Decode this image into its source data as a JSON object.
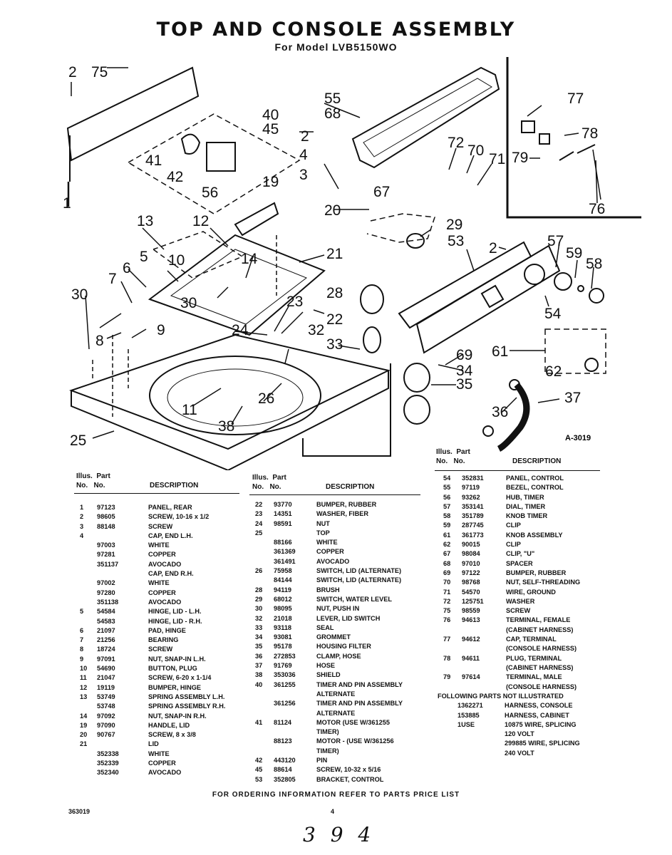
{
  "header": {
    "title": "TOP AND CONSOLE ASSEMBLY",
    "subtitle": "For Model LVB5150WO"
  },
  "diagram": {
    "drawing_ref": "A-3019",
    "callouts": {
      "c2a": "2",
      "c75": "75",
      "c1": "1",
      "c40": "40",
      "c45": "45",
      "c41": "41",
      "c42": "42",
      "c56": "56",
      "c19": "19",
      "c55": "55",
      "c68": "68",
      "c2b": "2",
      "c4": "4",
      "c3": "3",
      "c67": "67",
      "c20": "20",
      "c77": "77",
      "c78": "78",
      "c79": "79",
      "c76": "76",
      "c72": "72",
      "c70": "70",
      "c71": "71",
      "c29": "29",
      "c53": "53",
      "c2c": "2",
      "c57": "57",
      "c59": "59",
      "c58": "58",
      "c54": "54",
      "c13": "13",
      "c12": "12",
      "c21": "21",
      "c10": "10",
      "c5": "5",
      "c6": "6",
      "c14": "14",
      "c7": "7",
      "c30a": "30",
      "c30b": "30",
      "c23": "23",
      "c28": "28",
      "c22": "22",
      "c8": "8",
      "c9": "9",
      "c24": "24",
      "c32": "32",
      "c33": "33",
      "c69": "69",
      "c61": "61",
      "c34": "34",
      "c62": "62",
      "c35": "35",
      "c37": "37",
      "c26": "26",
      "c36": "36",
      "c11": "11",
      "c38": "38",
      "c25": "25"
    }
  },
  "table_headers": {
    "illus": "Illus.",
    "part": "Part",
    "no1": "No.",
    "no2": "No.",
    "description": "DESCRIPTION"
  },
  "table1": [
    [
      "1",
      "97123",
      "PANEL, REAR"
    ],
    [
      "2",
      "98605",
      "SCREW, 10-16 x 1/2"
    ],
    [
      "3",
      "88148",
      "SCREW"
    ],
    [
      "4",
      "",
      "CAP, END L.H."
    ],
    [
      "",
      "97003",
      "WHITE"
    ],
    [
      "",
      "97281",
      "COPPER"
    ],
    [
      "",
      "351137",
      "AVOCADO"
    ],
    [
      "",
      "",
      "CAP, END R.H."
    ],
    [
      "",
      "97002",
      "WHITE"
    ],
    [
      "",
      "97280",
      "COPPER"
    ],
    [
      "",
      "351138",
      "AVOCADO"
    ],
    [
      "5",
      "54584",
      "HINGE, LID - L.H."
    ],
    [
      "",
      "54583",
      "HINGE, LID - R.H."
    ],
    [
      "6",
      "21097",
      "PAD, HINGE"
    ],
    [
      "7",
      "21256",
      "BEARING"
    ],
    [
      "8",
      "18724",
      "SCREW"
    ],
    [
      "9",
      "97091",
      "NUT, SNAP-IN L.H."
    ],
    [
      "10",
      "54690",
      "BUTTON, PLUG"
    ],
    [
      "11",
      "21047",
      "SCREW, 6-20 x 1-1/4"
    ],
    [
      "12",
      "19119",
      "BUMPER, HINGE"
    ],
    [
      "13",
      "53749",
      "SPRING ASSEMBLY L.H."
    ],
    [
      "",
      "53748",
      "SPRING ASSEMBLY R.H."
    ],
    [
      "14",
      "97092",
      "NUT, SNAP-IN R.H."
    ],
    [
      "19",
      "97090",
      "HANDLE, LID"
    ],
    [
      "20",
      "90767",
      "SCREW, 8 x 3/8"
    ],
    [
      "21",
      "",
      "LID"
    ],
    [
      "",
      "352338",
      "WHITE"
    ],
    [
      "",
      "352339",
      "COPPER"
    ],
    [
      "",
      "352340",
      "AVOCADO"
    ]
  ],
  "table2": [
    [
      "22",
      "93770",
      "BUMPER, RUBBER"
    ],
    [
      "23",
      "14351",
      "WASHER, FIBER"
    ],
    [
      "24",
      "98591",
      "NUT"
    ],
    [
      "25",
      "",
      "TOP"
    ],
    [
      "",
      "88166",
      "WHITE"
    ],
    [
      "",
      "361369",
      "COPPER"
    ],
    [
      "",
      "361491",
      "AVOCADO"
    ],
    [
      "26",
      "75958",
      "SWITCH, LID (ALTERNATE)"
    ],
    [
      "",
      "84144",
      "SWITCH, LID (ALTERNATE)"
    ],
    [
      "28",
      "94119",
      "BRUSH"
    ],
    [
      "29",
      "68012",
      "SWITCH, WATER LEVEL"
    ],
    [
      "30",
      "98095",
      "NUT, PUSH IN"
    ],
    [
      "32",
      "21018",
      "LEVER, LID SWITCH"
    ],
    [
      "33",
      "93118",
      "SEAL"
    ],
    [
      "34",
      "93081",
      "GROMMET"
    ],
    [
      "35",
      "95178",
      "HOUSING FILTER"
    ],
    [
      "36",
      "272853",
      "CLAMP, HOSE"
    ],
    [
      "37",
      "91769",
      "HOSE"
    ],
    [
      "38",
      "353036",
      "SHIELD"
    ],
    [
      "40",
      "361255",
      "TIMER AND PIN ASSEMBLY"
    ],
    [
      "",
      "",
      "ALTERNATE"
    ],
    [
      "",
      "361256",
      "TIMER AND PIN ASSEMBLY"
    ],
    [
      "",
      "",
      "ALTERNATE"
    ],
    [
      "41",
      "81124",
      "MOTOR (USE W/361255"
    ],
    [
      "",
      "",
      "TIMER)"
    ],
    [
      "",
      "88123",
      "MOTOR - (USE W/361256"
    ],
    [
      "",
      "",
      "TIMER)"
    ],
    [
      "42",
      "443120",
      "PIN"
    ],
    [
      "45",
      "88614",
      "SCREW, 10-32 x 5/16"
    ],
    [
      "53",
      "352805",
      "BRACKET, CONTROL"
    ]
  ],
  "table3": [
    [
      "54",
      "352831",
      "PANEL, CONTROL"
    ],
    [
      "55",
      "97119",
      "BEZEL, CONTROL"
    ],
    [
      "56",
      "93262",
      "HUB, TIMER"
    ],
    [
      "57",
      "353141",
      "DIAL, TIMER"
    ],
    [
      "58",
      "351789",
      "KNOB TIMER"
    ],
    [
      "59",
      "287745",
      "CLIP"
    ],
    [
      "61",
      "361773",
      "KNOB ASSEMBLY"
    ],
    [
      "62",
      "90015",
      "CLIP"
    ],
    [
      "67",
      "98084",
      "CLIP, \"U\""
    ],
    [
      "68",
      "97010",
      "SPACER"
    ],
    [
      "69",
      "97122",
      "BUMPER, RUBBER"
    ],
    [
      "70",
      "98768",
      "NUT, SELF-THREADING"
    ],
    [
      "71",
      "54570",
      "WIRE, GROUND"
    ],
    [
      "72",
      "125751",
      "WASHER"
    ],
    [
      "75",
      "98559",
      "SCREW"
    ],
    [
      "76",
      "94613",
      "TERMINAL, FEMALE"
    ],
    [
      "",
      "",
      "(CABINET HARNESS)"
    ],
    [
      "77",
      "94612",
      "CAP, TERMINAL"
    ],
    [
      "",
      "",
      "(CONSOLE HARNESS)"
    ],
    [
      "78",
      "94611",
      "PLUG, TERMINAL"
    ],
    [
      "",
      "",
      "(CABINET HARNESS)"
    ],
    [
      "79",
      "97614",
      "TERMINAL, MALE"
    ],
    [
      "",
      "",
      "(CONSOLE HARNESS)"
    ]
  ],
  "not_illustrated": {
    "heading": "FOLLOWING PARTS NOT ILLUSTRATED",
    "rows": [
      [
        "",
        "1362271",
        "HARNESS, CONSOLE"
      ],
      [
        "",
        "153885",
        "HARNESS, CABINET"
      ],
      [
        "",
        "1USE",
        "10875 WIRE, SPLICING"
      ],
      [
        "",
        "",
        "120 VOLT"
      ],
      [
        "",
        "",
        "299885 WIRE, SPLICING"
      ],
      [
        "",
        "",
        "240 VOLT"
      ]
    ]
  },
  "footer": {
    "ordering_note": "FOR ORDERING INFORMATION REFER TO PARTS PRICE LIST",
    "doc_number": "363019",
    "page_number": "4",
    "handwritten": "3 9 4"
  }
}
